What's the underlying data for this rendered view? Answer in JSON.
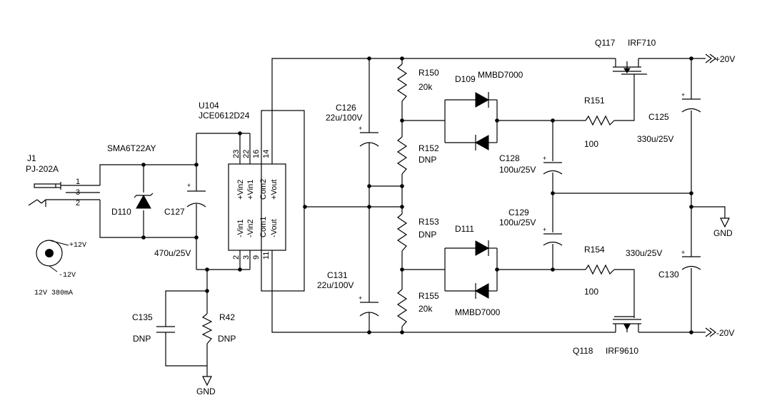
{
  "labels": {
    "j1_ref": "J1",
    "j1_part": "PJ-202A",
    "j1_pin1": "1",
    "j1_pin3": "3",
    "j1_pin2": "2",
    "d110_part": "SMA6T22AY",
    "d110_ref": "D110",
    "c127_ref": "C127",
    "c127_val": "470u/25V",
    "c135_ref": "C135",
    "c135_val": "DNP",
    "r42_ref": "R42",
    "r42_val": "DNP",
    "gnd_bottom": "GND",
    "u104_ref": "U104",
    "u104_part": "JCE0612D24",
    "pin23": "23",
    "pin22": "22",
    "pin16": "16",
    "pin14": "14",
    "pin2": "2",
    "pin3": "3",
    "pin9": "9",
    "pin11": "11",
    "vin2p": "+Vin2",
    "vin1p": "+Vin1",
    "com2": "Com2",
    "voutp": "+Vout",
    "vin1n": "-Vin1",
    "vin2n": "-Vin2",
    "com1": "Com1",
    "voutn": "-Vout",
    "c126_ref": "C126",
    "c126_val": "22u/100V",
    "c131_ref": "C131",
    "c131_val": "22u/100V",
    "r150_ref": "R150",
    "r150_val": "20k",
    "r152_ref": "R152",
    "r152_val": "DNP",
    "r153_ref": "R153",
    "r153_val": "DNP",
    "r155_ref": "R155",
    "r155_val": "20k",
    "d109_ref": "D109",
    "d109_part": "MMBD7000",
    "d111_ref": "D111",
    "d111_part": "MMBD7000",
    "r151_ref": "R151",
    "r151_val": "100",
    "r154_ref": "R154",
    "r154_val": "100",
    "c128_ref": "C128",
    "c128_val": "100u/25V",
    "c129_ref": "C129",
    "c129_val": "100u/25V",
    "c125_ref": "C125",
    "c125_val": "330u/25V",
    "c130_ref": "C130",
    "c130_val": "330u/25V",
    "q117_ref": "Q117",
    "q117_part": "IRF710",
    "q118_ref": "Q118",
    "q118_part": "IRF9610",
    "vpos": "+20V",
    "vneg": "-20V",
    "gnd_right": "GND",
    "plus12": "+12V",
    "minus12": "-12V",
    "supply_note": "12V 380mA",
    "plus_sign": "+"
  }
}
